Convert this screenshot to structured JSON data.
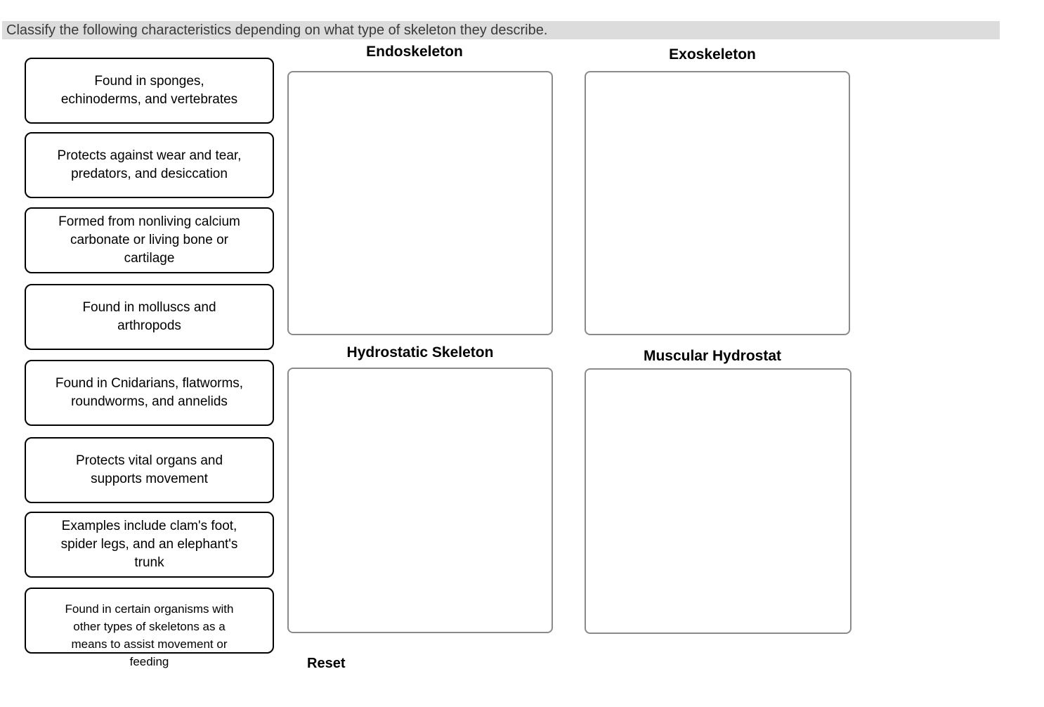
{
  "instruction": "Classify the following characteristics depending on what type of skeleton they describe.",
  "cards": [
    {
      "label": "Found in sponges,\nechinoderms, and vertebrates"
    },
    {
      "label": "Protects against wear and tear,\npredators, and desiccation"
    },
    {
      "label": "Formed from nonliving calcium\ncarbonate or living bone or\ncartilage"
    },
    {
      "label": "Found in molluscs and\narthropods"
    },
    {
      "label": "Found in Cnidarians, flatworms,\nroundworms, and annelids"
    },
    {
      "label": "Protects vital organs and\nsupports movement"
    },
    {
      "label": "Examples include clam's foot,\nspider legs, and an elephant's\ntrunk"
    },
    {
      "label": "Found in certain organisms with\nother types of skeletons as a\nmeans to assist movement or\nfeeding"
    }
  ],
  "zones": [
    {
      "label": "Endoskeleton"
    },
    {
      "label": "Exoskeleton"
    },
    {
      "label": "Hydrostatic Skeleton"
    },
    {
      "label": "Muscular Hydrostat"
    }
  ],
  "reset_label": "Reset",
  "colors": {
    "instruction_bar_bg": "#dcdcdc",
    "instruction_text": "#3a3a3a",
    "card_border": "#000000",
    "dropzone_border": "#8a8a8a",
    "text": "#000000"
  }
}
